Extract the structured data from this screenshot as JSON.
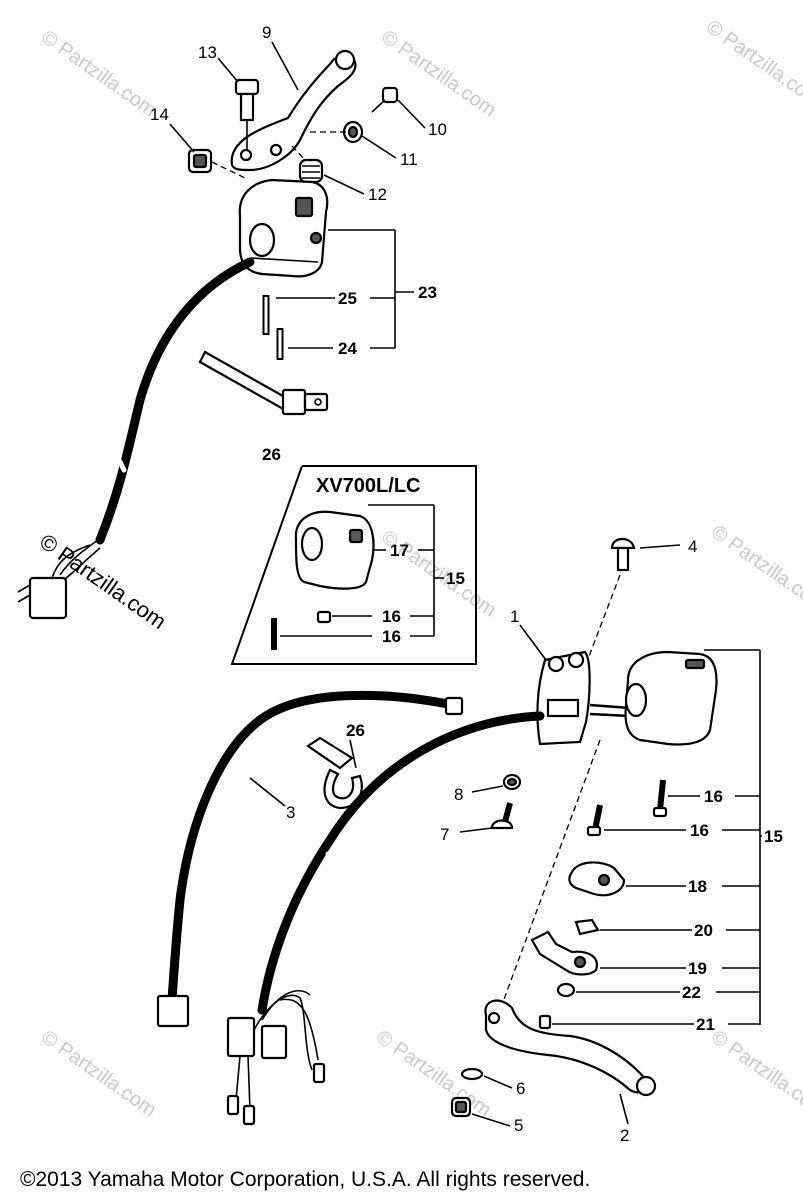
{
  "diagram": {
    "inset_title": "XV700L/LC",
    "copyright": "©2013 Yamaha Motor Corporation, U.S.A. All rights reserved.",
    "watermark": "© Partzilla.com",
    "callouts": {
      "c1": "1",
      "c2": "2",
      "c3": "3",
      "c4": "4",
      "c5": "5",
      "c6": "6",
      "c7": "7",
      "c8": "8",
      "c9": "9",
      "c10": "10",
      "c11": "11",
      "c12": "12",
      "c13": "13",
      "c14": "14",
      "c15a": "15",
      "c15b": "15",
      "c16a": "16",
      "c16b": "16",
      "c16c": "16",
      "c16d": "16",
      "c17": "17",
      "c18": "18",
      "c19": "19",
      "c20": "20",
      "c21": "21",
      "c22": "22",
      "c23": "23",
      "c24": "24",
      "c25": "25",
      "c26a": "26",
      "c26b": "26"
    }
  }
}
